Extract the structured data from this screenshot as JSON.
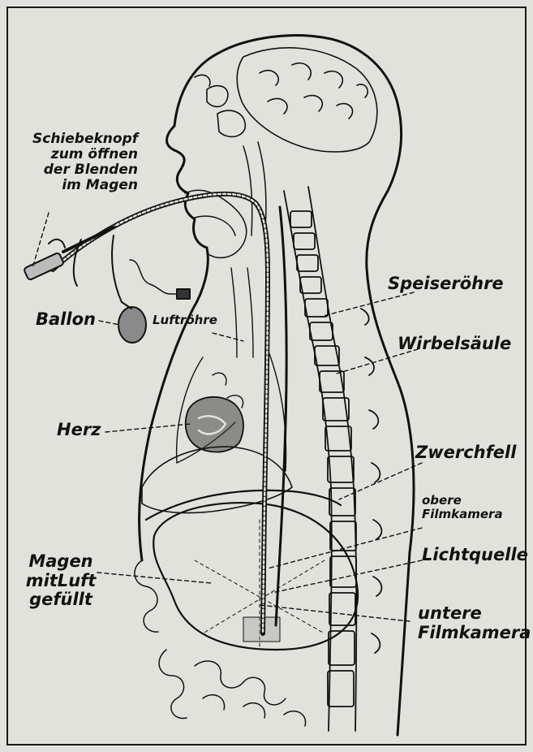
{
  "labels": {
    "schiebeknopf": [
      "Schiebeknopf",
      "zum öffnen",
      "der Blenden",
      "im Magen"
    ],
    "ballon": "Ballon",
    "luftroehre": "Luftröhre",
    "herz": "Herz",
    "magen": [
      "Magen",
      "mitLuft",
      "gefüllt"
    ],
    "speiseroehre": "Speiseröhre",
    "wirbelsaeule": "Wirbelsäule",
    "zwerchfell": "Zwerchfell",
    "obere_filmkamera": [
      "obere",
      "Filmkamera"
    ],
    "lichtquelle": "Lichtquelle",
    "untere_filmkamera": [
      "untere",
      "Filmkamera"
    ]
  },
  "colors": {
    "paper": "#e2e2dc",
    "ink": "#111111"
  }
}
